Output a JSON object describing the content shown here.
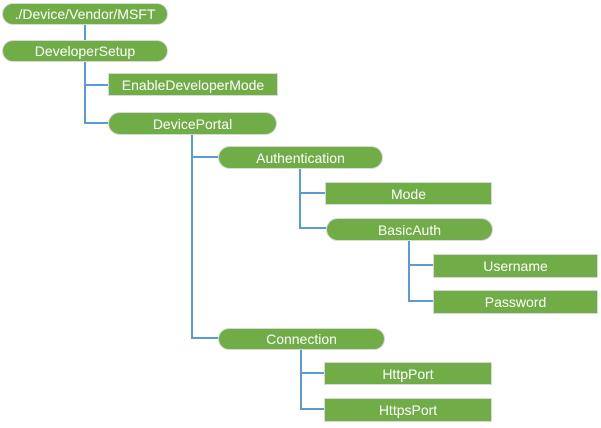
{
  "diagram": {
    "type": "tree",
    "root_path": "./Device/Vendor/MSFT",
    "colors": {
      "node_fill": "#70AD47",
      "node_border": "#D9D9D9",
      "node_text": "#FFFFFF",
      "connector": "#5B9BD5",
      "background": "#FFFFFF"
    },
    "nodes": [
      {
        "id": "root",
        "label": "./Device/Vendor/MSFT",
        "shape": "pill",
        "parent": null
      },
      {
        "id": "developer-setup",
        "label": "DeveloperSetup",
        "shape": "pill",
        "parent": "root"
      },
      {
        "id": "enable-developer-mode",
        "label": "EnableDeveloperMode",
        "shape": "rect",
        "parent": "developer-setup"
      },
      {
        "id": "device-portal",
        "label": "DevicePortal",
        "shape": "pill",
        "parent": "developer-setup"
      },
      {
        "id": "authentication",
        "label": "Authentication",
        "shape": "pill",
        "parent": "device-portal"
      },
      {
        "id": "mode",
        "label": "Mode",
        "shape": "rect",
        "parent": "authentication"
      },
      {
        "id": "basic-auth",
        "label": "BasicAuth",
        "shape": "pill",
        "parent": "authentication"
      },
      {
        "id": "username",
        "label": "Username",
        "shape": "rect",
        "parent": "basic-auth"
      },
      {
        "id": "password",
        "label": "Password",
        "shape": "rect",
        "parent": "basic-auth"
      },
      {
        "id": "connection",
        "label": "Connection",
        "shape": "pill",
        "parent": "device-portal"
      },
      {
        "id": "http-port",
        "label": "HttpPort",
        "shape": "rect",
        "parent": "connection"
      },
      {
        "id": "https-port",
        "label": "HttpsPort",
        "shape": "rect",
        "parent": "connection"
      }
    ]
  }
}
